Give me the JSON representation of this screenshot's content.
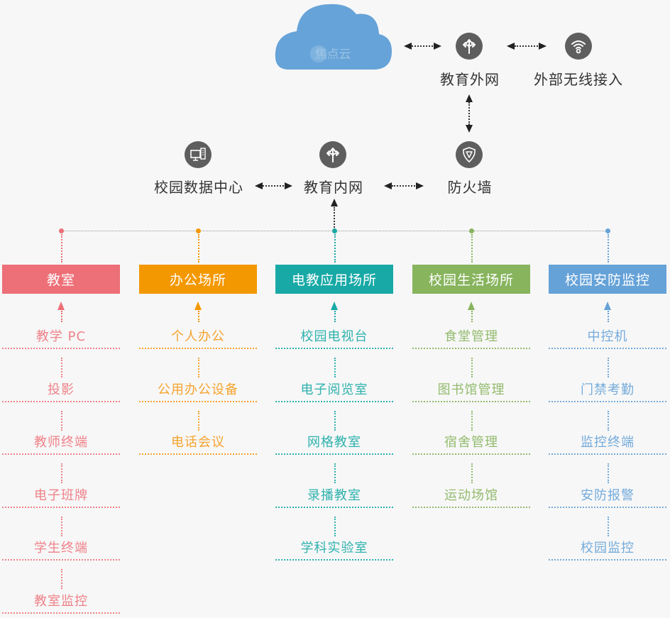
{
  "cloud": {
    "label": "焦点云",
    "color": "#66a3d8"
  },
  "top_nodes": {
    "external": {
      "label": "教育外网",
      "icon": "route-split-icon"
    },
    "wireless": {
      "label": "外部无线接入",
      "icon": "wifi-icon"
    },
    "datacenter": {
      "label": "校园数据中心",
      "icon": "computer-icon"
    },
    "internal": {
      "label": "教育内网",
      "icon": "route-split-icon"
    },
    "firewall": {
      "label": "防火墙",
      "icon": "shield-icon"
    }
  },
  "categories": [
    {
      "label": "教室",
      "color": "#ed6f77",
      "text_color": "#ee8289",
      "items": [
        "教学 PC",
        "投影",
        "教师终端",
        "电子班牌",
        "学生终端",
        "教室监控"
      ]
    },
    {
      "label": "办公场所",
      "color": "#f39800",
      "text_color": "#f5a32e",
      "items": [
        "个人办公",
        "公用办公设备",
        "电话会议"
      ]
    },
    {
      "label": "电教应用场所",
      "color": "#18a9a6",
      "text_color": "#2fb2ae",
      "items": [
        "校园电视台",
        "电子阅览室",
        "网格教室",
        "录播教室",
        "学科实验室"
      ]
    },
    {
      "label": "校园生活场所",
      "color": "#87b45d",
      "text_color": "#93bb6e",
      "items": [
        "食堂管理",
        "图书馆管理",
        "宿舍管理",
        "运动场馆"
      ]
    },
    {
      "label": "校园安防监控",
      "color": "#65a2d8",
      "text_color": "#74abdb",
      "items": [
        "中控机",
        "门禁考勤",
        "监控终端",
        "安防报警",
        "校园监控"
      ]
    }
  ]
}
